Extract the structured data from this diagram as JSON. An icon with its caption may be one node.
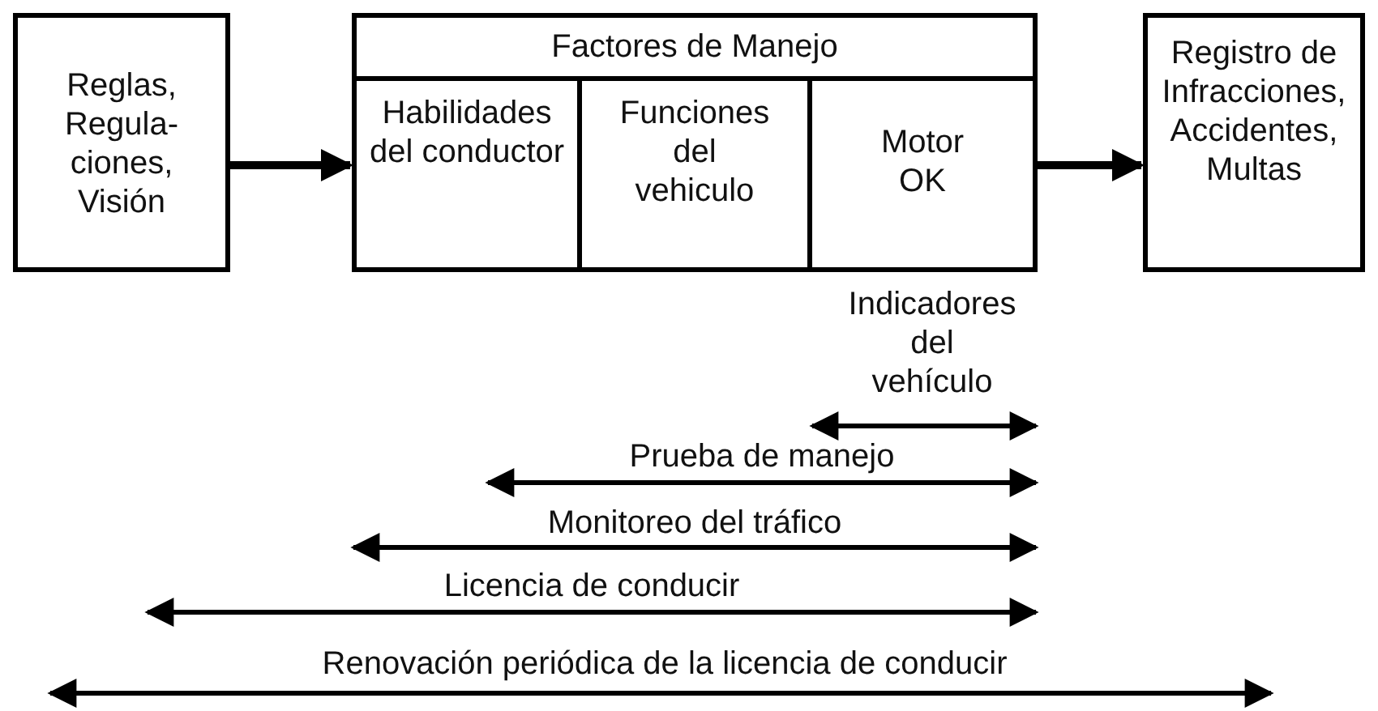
{
  "diagram": {
    "nodes": [
      {
        "text": [
          "Reglas, Regula- ciones, Visión"
        ]
      },
      {
        "text": [
          "Factores de Manejo"
        ]
      },
      {
        "text": [
          "Habilidades del conductor"
        ],
        "in": 1
      },
      {
        "text": [
          "Funciones del vehiculo"
        ],
        "in": 1
      },
      {
        "text": [
          "Motor OK"
        ],
        "in": 1
      },
      {
        "text": [
          "Registro de Infracciones, Accidentes, Multas"
        ]
      }
    ],
    "edges": [
      {
        "from": 0,
        "to": 1,
        "arrow": "to"
      },
      {
        "from": 1,
        "to": 5,
        "arrow": "to"
      }
    ],
    "labels": [
      "Indicadores del vehículo",
      "Prueba de manejo",
      "Monitoreo del tráfico",
      "Licencia de conducir",
      "Renovación periódica de la licencia de conducir"
    ]
  }
}
